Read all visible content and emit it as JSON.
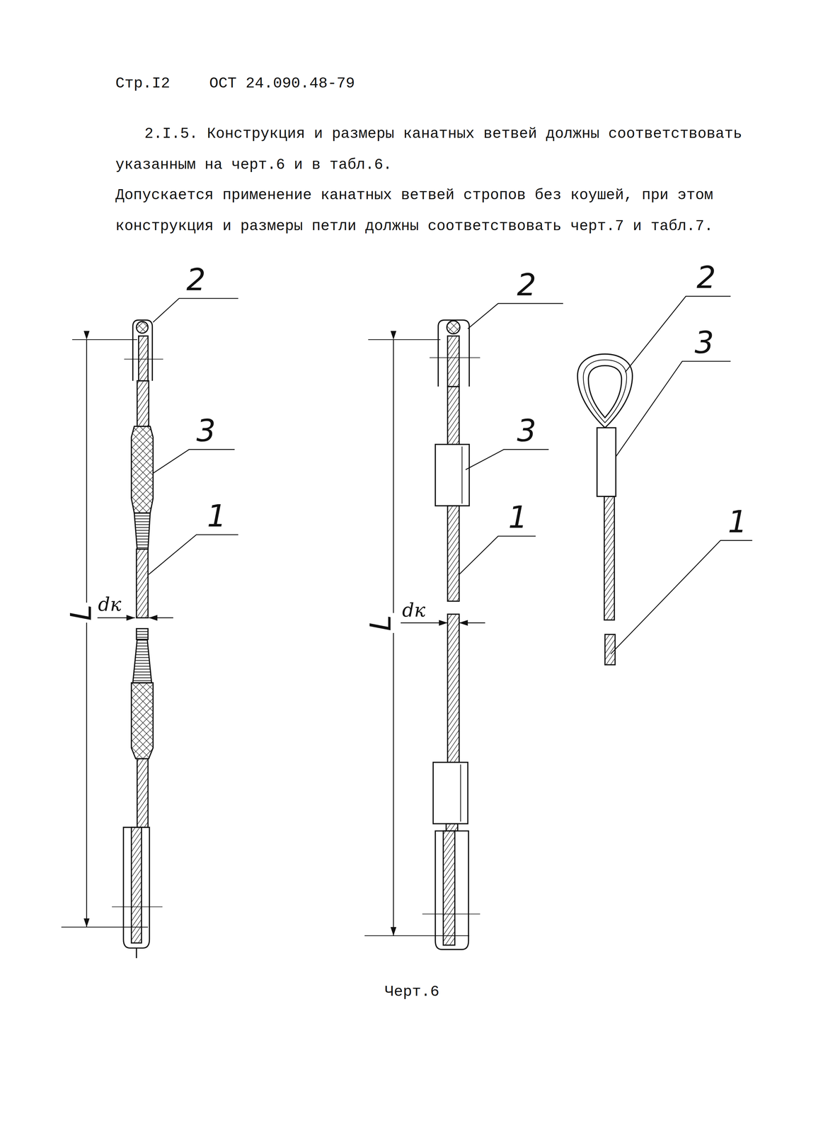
{
  "diagram": {
    "caption": "Черт.6",
    "labels": [
      "Стр.I2",
      "ОСТ 24.090.48-79",
      "2.I.5. Конструкция и размеры канатных ветвей должны соответствовать указанным на черт.6 и в табл.6.",
      "Допускается применение канатных ветвей стропов без коушей, при этом конструкция и размеры петли должны соответствовать черт.7 и табл.7.",
      "2",
      "3",
      "1",
      "L",
      "dк",
      "2",
      "3",
      "1",
      "L",
      "dк",
      "2",
      "3",
      "1"
    ]
  }
}
